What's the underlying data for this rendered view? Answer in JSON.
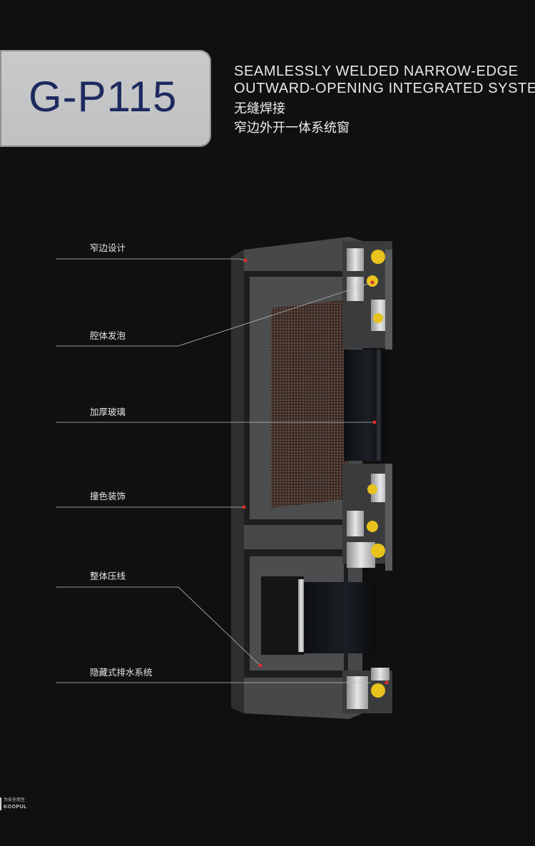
{
  "badge": {
    "model": "G-P115"
  },
  "title": {
    "en_line1": "SEAMLESSLY WELDED NARROW-EDGE",
    "en_line2": "OUTWARD-OPENING INTEGRATED SYSTEM",
    "cn_line1": "无缝焊接",
    "cn_line2": "窄边外开一体系统窗"
  },
  "callouts": [
    {
      "label": "窄边设计"
    },
    {
      "label": "腔体发泡"
    },
    {
      "label": "加厚玻璃"
    },
    {
      "label": "撞色装饰"
    },
    {
      "label": "整体压线"
    },
    {
      "label": "隐藏式排水系统"
    }
  ],
  "colors": {
    "background": "#120f0f",
    "badge": "#c5c6c8",
    "model_text": "#1d2a5e",
    "frame": "#4a4b4d",
    "gasket": "#e8c21d",
    "marker": "#e02a2a"
  },
  "brand": {
    "tagline": "为安全而生",
    "name": "KOOPUL"
  }
}
